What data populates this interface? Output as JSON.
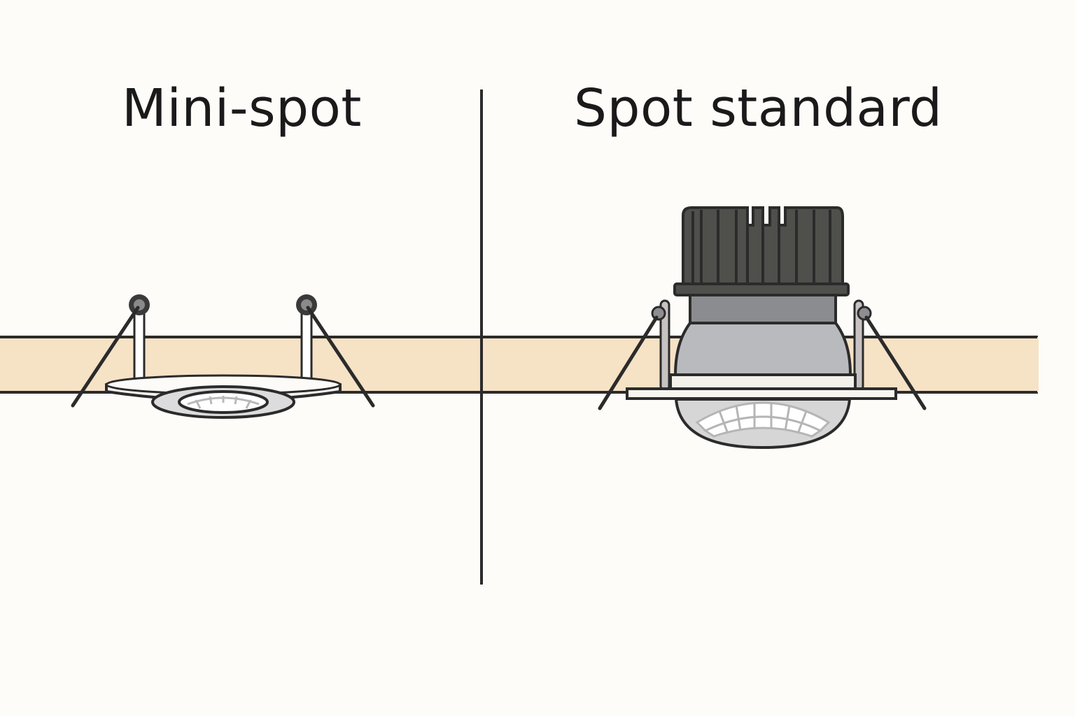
{
  "panels": [
    {
      "title": "Mini-spot",
      "fixture": "mini-spot-fixture"
    },
    {
      "title": "Spot standard",
      "fixture": "standard-spot-fixture"
    }
  ],
  "colors": {
    "background": "#fdfcf8",
    "ceiling": "#f6e2c5",
    "outline": "#2b2b2b",
    "heatsink": "#4f4f4c",
    "housing_upper": "#8a8c90",
    "housing_lower": "#b8babe",
    "trim": "#f7f5f0",
    "lens": "#d6d6d6"
  }
}
